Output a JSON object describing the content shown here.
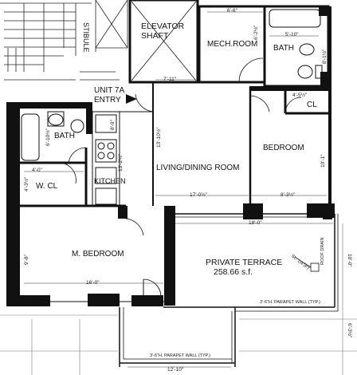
{
  "rooms": {
    "elevator_line1": "ELEVATOR",
    "elevator_line2": "SHAFT",
    "mech_room": "MECH.ROOM",
    "bath_top": "BATH",
    "unit_line1": "UNIT 7A",
    "unit_line2": "ENTRY",
    "closet": "CL",
    "bath_left": "BATH",
    "bedroom": "BEDROOM",
    "w_closet": "W. CL",
    "kitchen": "KITCHEN",
    "living_dining": "LIVING/DINING ROOM",
    "master_bedroom": "M. BEDROOM",
    "terrace_line1": "PRIVATE TERRACE",
    "terrace_line2": "258.66 s.f.",
    "vestibule": "STIBULE"
  },
  "dimensions": {
    "mech_width": "6'-6\"",
    "mech_height": "6'-2½\"",
    "bath_top_width": "5'-10\"",
    "bath_top_height": "8'-1½\"",
    "elevator_width": "7'-11\"",
    "living_height": "13'-10½\"",
    "closet_width": "4'-5½\"",
    "bath_left_height": "6'-10½\"",
    "kitchen_width": "8'-9\"",
    "kitchen_height": "13'-2½\"",
    "w_closet_width": "4'-0\"",
    "w_closet_height": "4'-3½\"",
    "bedroom_height": "10'-1\"",
    "living_width": "17'-0½\"",
    "bedroom_width": "8'-3½\"",
    "total_width": "18'-0\"",
    "mbed_height": "9'-8\"",
    "mbed_width": "16'-0\"",
    "terrace_height": "10'-0\"",
    "terrace_width": "12'-10\"",
    "terrace_right": "6'-3½\"",
    "slope": "SL. 1/4\"/FT",
    "roof_drain": "ROOF DRAIN",
    "parapet_right": "3'-6\"H. PARAPET WALL (TYP.)",
    "parapet_bottom": "3'-6\"H. PARAPET WALL (TYP.)"
  }
}
